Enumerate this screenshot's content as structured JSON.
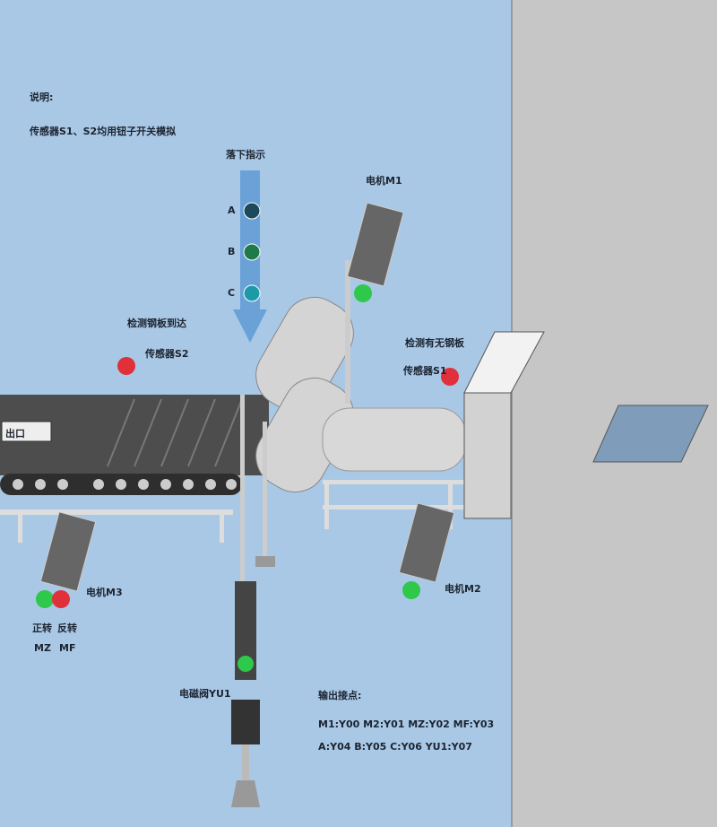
{
  "notes": {
    "title": "说明:",
    "text": "传感器S1、S2均用钮子开关模拟"
  },
  "indicator": {
    "title": "落下指示",
    "labels": [
      "A",
      "B",
      "C"
    ],
    "colors": [
      "#1d4a5a",
      "#1f7a4a",
      "#1c9aa8"
    ]
  },
  "labels": {
    "motor_m1": "电机M1",
    "motor_m2": "电机M2",
    "motor_m3": "电机M3",
    "detect_arrive": "检测钢板到达",
    "sensor_s2": "传感器S2",
    "detect_plate": "检测有无钢板",
    "sensor_s1": "传感器S1",
    "exit": "出口",
    "forward": "正转",
    "forward_code": "MZ",
    "reverse": "反转",
    "reverse_code": "MF",
    "valve": "电磁阀YU1"
  },
  "outputs": {
    "title": "输出接点:",
    "line1": "M1:Y00  M2:Y01  MZ:Y02  MF:Y03",
    "line2": "A:Y04  B:Y05  C:Y06   YU1:Y07"
  },
  "colors": {
    "panel": "#a9c8e6",
    "on": "#2ec84a",
    "off": "#e0303a"
  }
}
